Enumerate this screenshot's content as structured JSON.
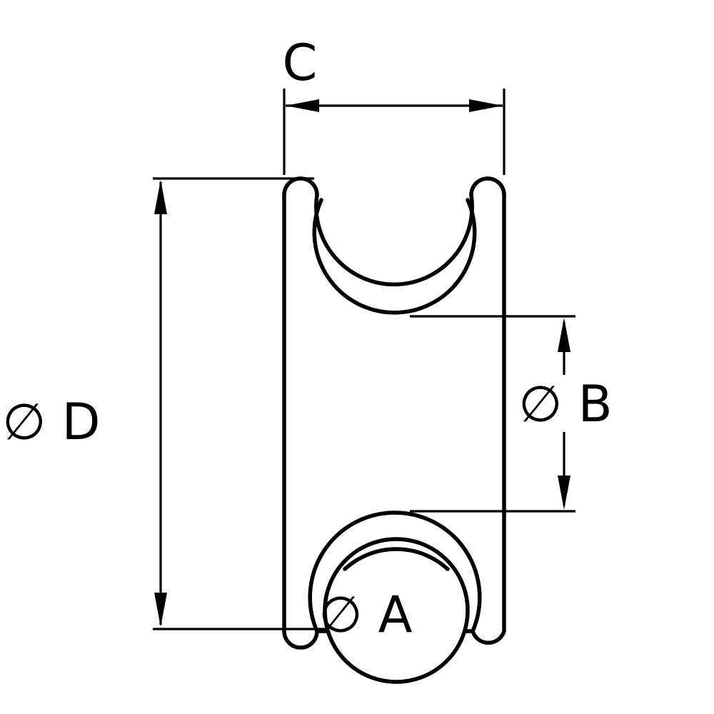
{
  "drawing": {
    "kind": "technical-dimension-diagram",
    "subject": "low-friction-ring-cross-section",
    "line_color": "#000000",
    "background_color": "#ffffff",
    "labels": {
      "c": "C",
      "d": "∅ D",
      "b": "∅ B",
      "a": "∅ A"
    }
  }
}
